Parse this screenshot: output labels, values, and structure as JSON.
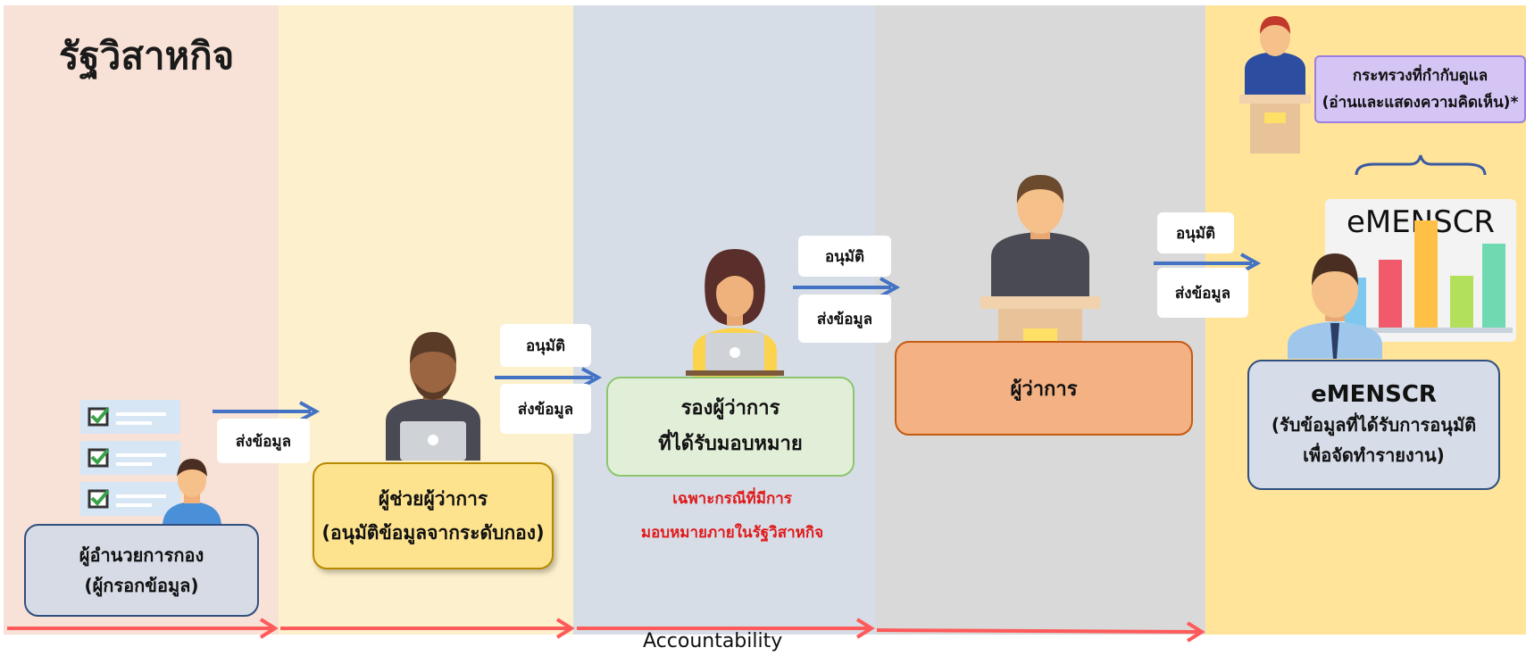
{
  "title": "รัฐวิสาหกิจ",
  "steps": {
    "director": {
      "line1": "ผู้อำนวยการกอง",
      "line2": "(ผู้กรอกข้อมูล)"
    },
    "assistant": {
      "line1": "ผู้ช่วยผู้ว่าการ",
      "line2": "(อนุมัติข้อมูลจากระดับกอง)"
    },
    "deputy": {
      "line1": "รองผู้ว่าการ",
      "line2": "ที่ได้รับมอบหมาย"
    },
    "governor": {
      "line1": "ผู้ว่าการ"
    },
    "system": {
      "line1": "eMENSCR",
      "line2": "(รับข้อมูลที่ได้รับการอนุมัติ",
      "line3": "เพื่อจัดทำรายงาน)"
    },
    "ministry": {
      "line1": "กระทรวงที่กำกับดูแล",
      "line2": "(อ่านและแสดงความคิดเห็น)*"
    }
  },
  "note": {
    "line1": "เฉพาะกรณีที่มีการ",
    "line2": "มอบหมายภายในรัฐวิสาหกิจ"
  },
  "labels": {
    "approve": "อนุมัติ",
    "send": "ส่งข้อมูล"
  },
  "screen_title": "eMENSCR",
  "footer": "Accountability",
  "colors": {
    "flow_arrow": "#4472c4",
    "timeline_arrow": "#ff5a5a",
    "note_text": "#e01a1a"
  }
}
